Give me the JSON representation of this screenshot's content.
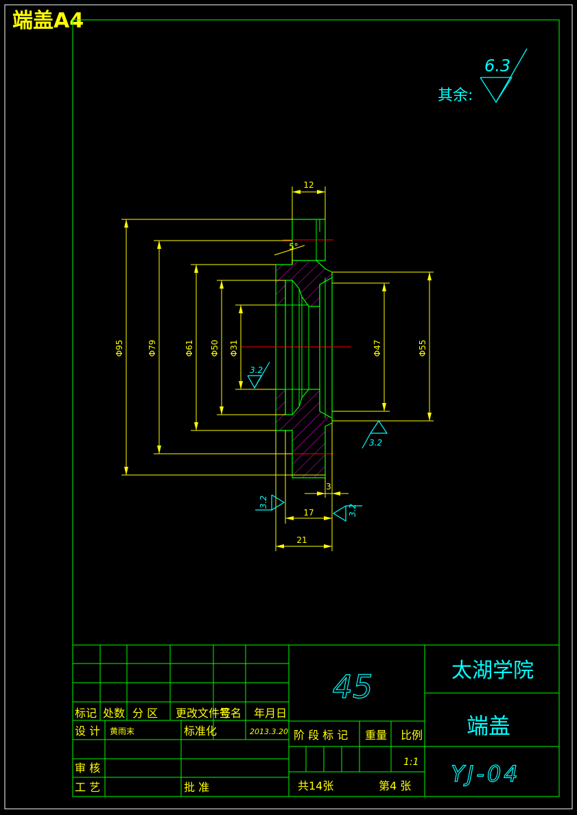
{
  "page_title": "端盖A4",
  "roughness_note": {
    "label": "其余:",
    "value": "6.3"
  },
  "dimensions": {
    "d95": "Φ95",
    "d79": "Φ79",
    "d61": "Φ61",
    "d50": "Φ50",
    "d31": "Φ31",
    "d47": "Φ47",
    "d55": "Φ55",
    "w12": "12",
    "w17": "17",
    "w21": "21",
    "w3": "3",
    "angle": "5°"
  },
  "roughness_marks": {
    "bore": "3.2",
    "outer": "3.2",
    "left_face": "3.2",
    "right_face": "3.2"
  },
  "title_block": {
    "material": "45",
    "school": "太湖学院",
    "part_name": "端盖",
    "drawing_no": "YJ-04",
    "headers": {
      "mark": "标记",
      "count": "处数",
      "zone": "分 区",
      "change_doc": "更改文件号",
      "sign": "签名",
      "date": "年月日"
    },
    "design_label": "设 计",
    "designer": "黄雨末",
    "std_label": "标准化",
    "design_date": "2013.3.20",
    "review_label": "审 核",
    "process_label": "工 艺",
    "approve_label": "批 准",
    "stage_label": "阶 段 标 记",
    "weight_label": "重量",
    "scale_label": "比例",
    "scale_value": "1:1",
    "total_sheets": "共14张",
    "sheet_no": "第4 张"
  }
}
